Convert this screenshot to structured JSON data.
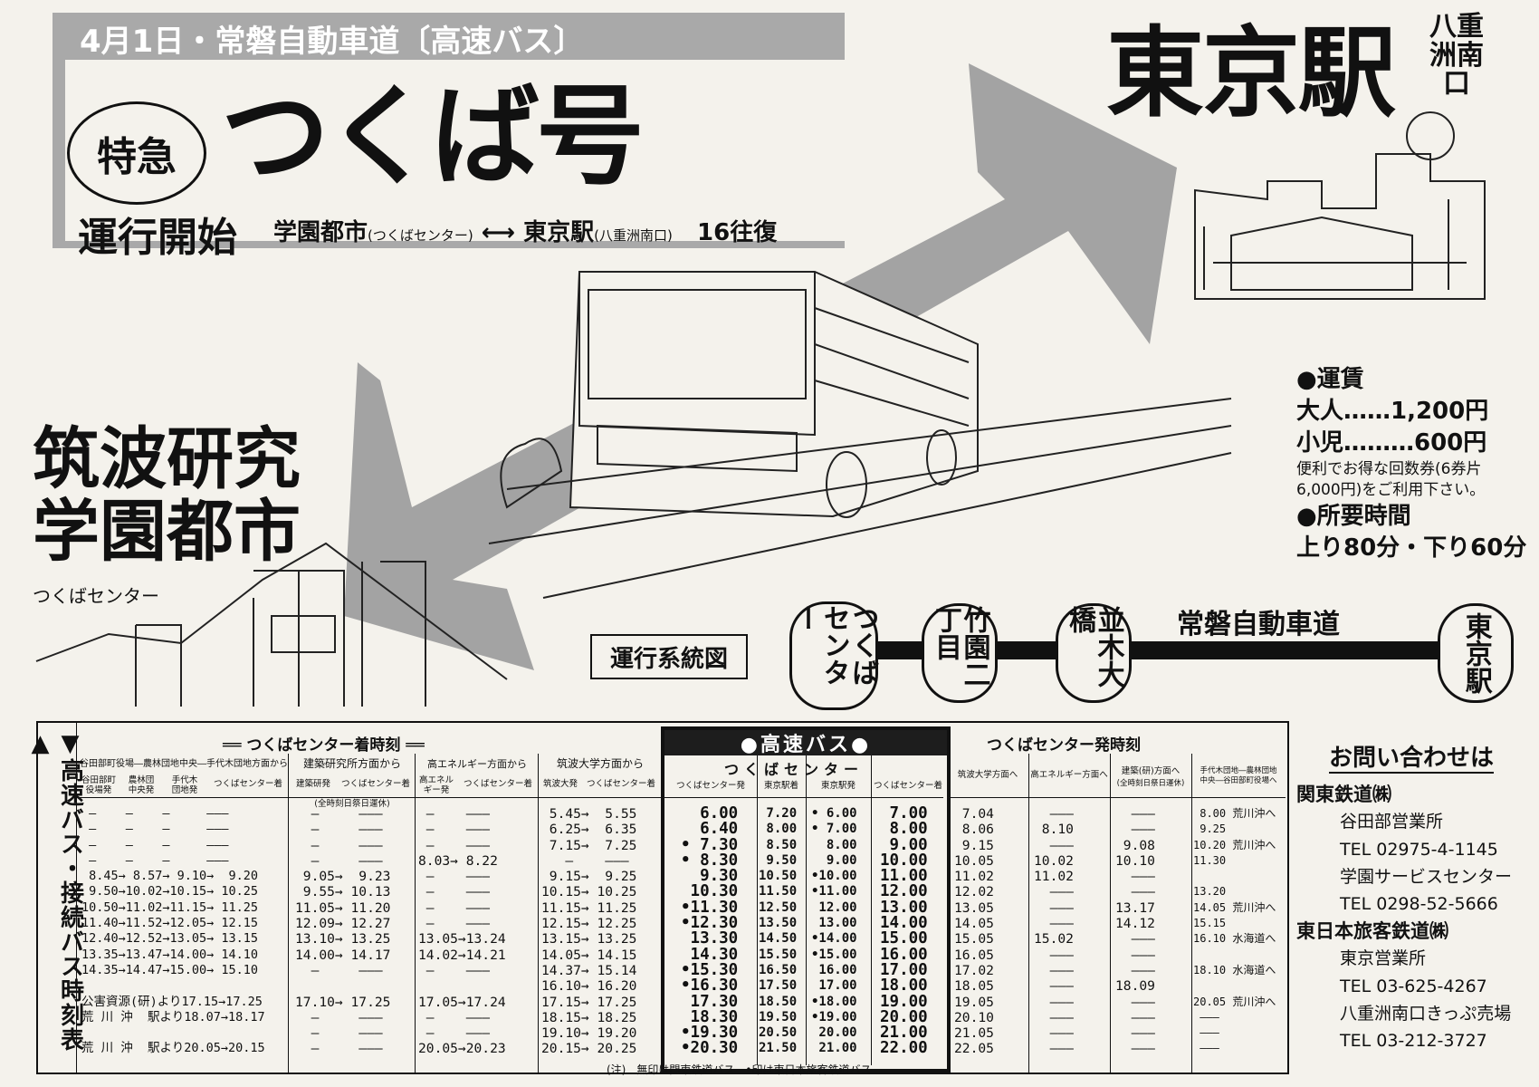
{
  "header": {
    "date_line": "4月1日・常磐自動車道〔高速バス〕",
    "badge": "特急",
    "title": "つくば号",
    "start": "運行開始",
    "route_a": "学園都市",
    "route_a_note": "(つくばセンター)",
    "route_arrow": "⟷",
    "route_b": "東京駅",
    "route_b_note": "(八重洲南口)",
    "trips": "16往復"
  },
  "destination": {
    "name": "東京駅",
    "exit": "八重洲南口"
  },
  "origin": {
    "line1": "筑波研究",
    "line2": "学園都市",
    "sub": "つくばセンター"
  },
  "fare": {
    "heading": "●運賃",
    "adult": "大人……1,200円",
    "child": "小児………600円",
    "note1": "便利でお得な回数券(6券片",
    "note2": "6,000円)をご利用下さい。",
    "time_heading": "●所要時間",
    "time": "上り80分・下り60分"
  },
  "route_diagram": {
    "label": "運行系統図",
    "stops": [
      "つくばセンター",
      "竹園二丁目",
      "並木大橋",
      "東京駅"
    ],
    "expressway": "常磐自動車道"
  },
  "timetable": {
    "side_title": "▼高速バス・接続バス時刻表▲",
    "arrive_title": "══ つくばセンター着時刻 ══",
    "depart_title": "つくばセンター発時刻",
    "express_banner": "●高速バス●",
    "express_sub": "つくばセンター",
    "g1_title": "谷田部町役場―農林団地中央―手代木団地方面から",
    "g1_sub": [
      "谷田部町\n役場発",
      "農林団\n中央発",
      "手代木\n団地発",
      "つくばセンター着"
    ],
    "g2_title": "建築研究所方面から",
    "g2_sub": [
      "建築研発",
      "つくばセンター着"
    ],
    "g2_note": "(全時刻日祭日運休)",
    "g3_title": "高エネルギー方面から",
    "g3_sub": [
      "高エネル\nギー発",
      "つくばセンター着"
    ],
    "g4_title": "筑波大学方面から",
    "g4_sub": [
      "筑波大発",
      "つくばセンター着"
    ],
    "hs_sub": [
      "つくばセンター発",
      "東京駅着",
      "東京駅発",
      "つくばセンター着"
    ],
    "d_sub": [
      "筑波大学方面へ",
      "高エネルギー方面へ",
      "建築(研)方面へ",
      "手代木団地―農林団地\n中央―谷田部町役場へ"
    ],
    "d_note": "(全時刻日祭日運休)",
    "g1_times": " ―    ―    ―     ―――\n ―    ―    ―     ―――\n ―    ―    ―     ―――\n ―    ―    ―     ―――\n 8.45→ 8.57→ 9.10→  9.20\n 9.50→10.02→10.15→ 10.25\n10.50→11.02→11.15→ 11.25\n11.40→11.52→12.05→ 12.15\n12.40→12.52→13.05→ 13.15\n13.35→13.47→14.00→ 14.10\n14.35→14.47→15.00→ 15.10\n\n公害資源(研)より17.15→17.25\n荒 川 沖  駅より18.07→18.17\n\n荒 川 沖  駅より20.05→20.15",
    "g2_times": "  ―     ―――\n  ―     ―――\n  ―     ―――\n  ―     ―――\n 9.05→  9.23\n 9.55→ 10.13\n11.05→ 11.20\n12.09→ 12.27\n13.10→ 13.25\n14.00→ 14.17\n  ―     ―――\n\n17.10→ 17.25\n  ―     ―――\n  ―     ―――\n  ―     ―――",
    "g3_times": " ―    ―――\n ―    ―――\n ―    ―――\n8.03→ 8.22\n ―    ―――\n ―    ―――\n ―    ―――\n ―    ―――\n13.05→13.24\n14.02→14.21\n ―    ―――\n\n17.05→17.24\n ―    ―――\n ―    ―――\n20.05→20.23",
    "g4_times": " 5.45→  5.55\n 6.25→  6.35\n 7.15→  7.25\n   ―    ―――\n 9.15→  9.25\n10.15→ 10.25\n11.15→ 11.25\n12.15→ 12.25\n13.15→ 13.25\n14.05→ 14.15\n14.37→ 15.14\n16.10→ 16.20\n17.15→ 17.25\n18.15→ 18.25\n19.10→ 19.20\n20.15→ 20.25",
    "hs_c1": "  6.00\n  6.40\n• 7.30\n• 8.30\n  9.30\n 10.30\n•11.30\n•12.30\n 13.30\n 14.30\n•15.30\n•16.30\n 17.30\n 18.30\n•19.30\n•20.30",
    "hs_c2": " 7.20\n 8.00\n 8.50\n 9.50\n10.50\n11.50\n12.50\n13.50\n14.50\n15.50\n16.50\n17.50\n18.50\n19.50\n20.50\n21.50",
    "hs_c3": "• 6.00\n• 7.00\n  8.00\n  9.00\n•10.00\n•11.00\n 12.00\n 13.00\n•14.00\n•15.00\n 16.00\n 17.00\n•18.00\n•19.00\n 20.00\n 21.00",
    "hs_c4": " 7.00\n 8.00\n 9.00\n10.00\n11.00\n12.00\n13.00\n14.00\n15.00\n16.00\n17.00\n18.00\n19.00\n20.00\n21.00\n22.00",
    "d_c1": " 7.04\n 8.06\n 9.15\n10.05\n11.02\n12.02\n13.05\n14.05\n15.05\n16.05\n17.02\n18.05\n19.05\n20.10\n21.05\n22.05",
    "d_c2": "  ―――\n 8.10\n  ―――\n10.02\n11.02\n  ―――\n  ―――\n  ―――\n15.02\n  ―――\n  ―――\n  ―――\n  ―――\n  ―――\n  ―――\n  ―――",
    "d_c3": "  ―――\n  ―――\n 9.08\n10.10\n  ―――\n  ―――\n13.17\n14.12\n  ―――\n  ―――\n  ―――\n18.09\n  ―――\n  ―――\n  ―――\n  ―――",
    "d_c4": " 8.00 荒川沖へ\n 9.25\n10.20 荒川沖へ\n11.30\n\n13.20\n14.05 荒川沖へ\n15.15\n16.10 水海道へ\n\n18.10 水海道へ\n\n20.05 荒川沖へ\n ―――\n ―――\n ―――",
    "footnote": "(注)　無印は関東鉄道バス　•印は東日本旅客鉄道バス"
  },
  "contact": {
    "title": "お問い合わせは",
    "company1": "関東鉄道㈱",
    "office1": "谷田部営業所",
    "tel1": "TEL 02975-4-1145",
    "office2": "学園サービスセンター",
    "tel2": "TEL 0298-52-5666",
    "company2": "東日本旅客鉄道㈱",
    "office3": "東京営業所",
    "tel3": "TEL 03-625-4267",
    "office4": "八重洲南口きっぷ売場",
    "tel4": "TEL 03-212-3727"
  },
  "icons": [
    "bus-illustration",
    "tokyo-station-sketch",
    "tsukuba-city-sketch",
    "direction-arrow"
  ],
  "colors": {
    "paper": "#f4f2ec",
    "gray": "#a9a9a9",
    "ink": "#111111"
  }
}
